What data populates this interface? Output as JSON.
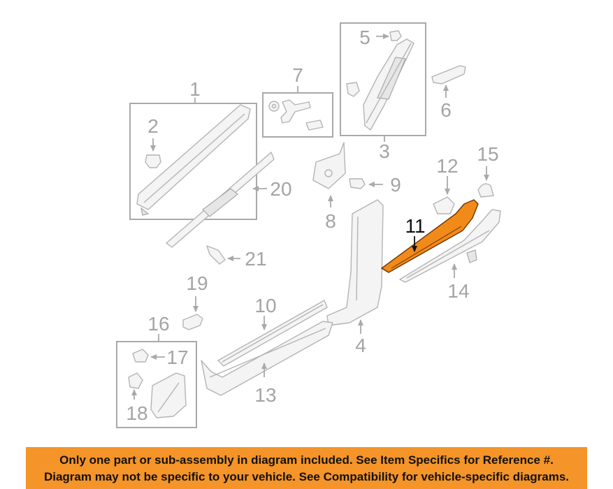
{
  "diagram": {
    "part_numbers": {
      "p1": "1",
      "p2": "2",
      "p3": "3",
      "p4": "4",
      "p5": "5",
      "p6": "6",
      "p7": "7",
      "p8": "8",
      "p9": "9",
      "p10": "10",
      "p11": "11",
      "p12": "12",
      "p13": "13",
      "p14": "14",
      "p15": "15",
      "p16": "16",
      "p17": "17",
      "p18": "18",
      "p19": "19",
      "p20": "20",
      "p21": "21"
    },
    "highlight_color": "#f28a1a"
  },
  "banner": {
    "line1": "Only one part or sub-assembly in diagram included. See Item Specifics for Reference #.",
    "line2": "Diagram may not be specific to your vehicle. See Compatibility for vehicle-specific diagrams.",
    "background": "#f59428"
  }
}
